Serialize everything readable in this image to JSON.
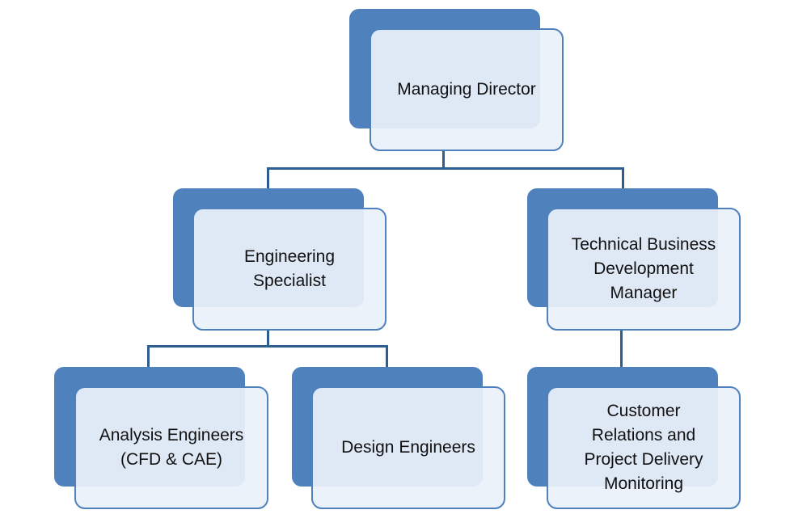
{
  "colors": {
    "box_back": "#4f81bd",
    "box_front": "#ebf1fa",
    "connector": "#2e5d8f"
  },
  "nodes": {
    "managing_director": "Managing Director",
    "engineering_specialist": "Engineering\nSpecialist",
    "technical_business_development_manager": "Technical Business\nDevelopment\nManager",
    "analysis_engineers": "Analysis Engineers\n(CFD & CAE)",
    "design_engineers": "Design Engineers",
    "customer_relations": "Customer\nRelations and\nProject Delivery\nMonitoring"
  }
}
